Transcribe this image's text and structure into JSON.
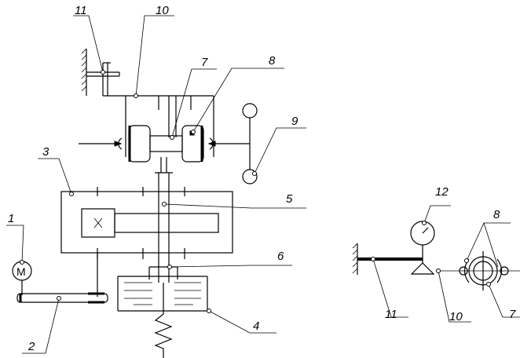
{
  "labels": {
    "l1": "1",
    "l2": "2",
    "l3": "3",
    "l4": "4",
    "l5": "5",
    "l6": "6",
    "l7": "7",
    "l8": "8",
    "l9": "9",
    "l10": "10",
    "l11": "11",
    "motor_symbol": "M",
    "right_l7": "7",
    "right_l8": "8",
    "right_l10": "10",
    "right_l11": "11",
    "right_l12": "12"
  }
}
